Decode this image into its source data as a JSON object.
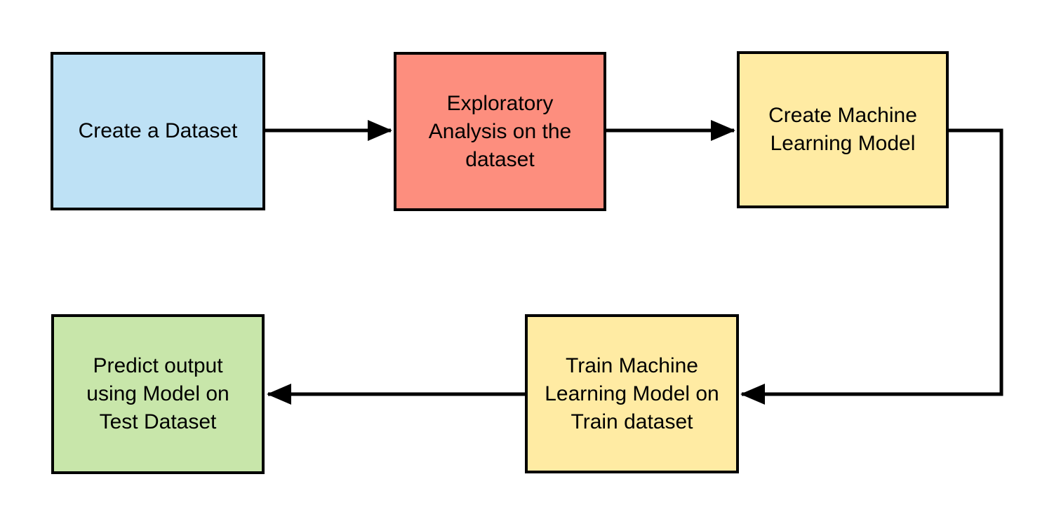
{
  "diagram": {
    "type": "flowchart",
    "background_color": "#ffffff",
    "stroke_color": "#000000",
    "text_color": "#000000",
    "nodes": [
      {
        "id": "create-dataset",
        "label": "Create a Dataset",
        "fill": "#bee1f5"
      },
      {
        "id": "exploratory-analysis",
        "label": "Exploratory Analysis on the dataset",
        "fill": "#fd8e7e"
      },
      {
        "id": "create-ml-model",
        "label": "Create Machine Learning Model",
        "fill": "#ffeba3"
      },
      {
        "id": "train-ml-model",
        "label": "Train Machine Learning Model on Train dataset",
        "fill": "#ffeba3"
      },
      {
        "id": "predict-output",
        "label": "Predict output using Model on Test Dataset",
        "fill": "#c8e6aa"
      }
    ],
    "edges": [
      {
        "from": "create-dataset",
        "to": "exploratory-analysis",
        "shape": "straight-right"
      },
      {
        "from": "exploratory-analysis",
        "to": "create-ml-model",
        "shape": "straight-right"
      },
      {
        "from": "create-ml-model",
        "to": "train-ml-model",
        "shape": "elbow-right-down-left"
      },
      {
        "from": "train-ml-model",
        "to": "predict-output",
        "shape": "straight-left"
      }
    ]
  }
}
